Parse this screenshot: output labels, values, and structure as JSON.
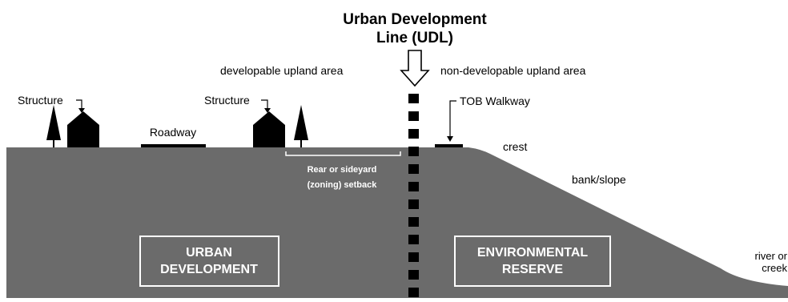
{
  "title": {
    "line1": "Urban Development",
    "line2": "Line (UDL)"
  },
  "labels": {
    "developable": "developable upland area",
    "non_developable": "non-developable upland area",
    "structure_left": "Structure",
    "structure_right": "Structure",
    "roadway": "Roadway",
    "tob_walkway": "TOB Walkway",
    "crest": "crest",
    "bank_slope": "bank/slope",
    "setback_line1": "Rear or sideyard",
    "setback_line2": "(zoning) setback",
    "river_line1": "river or",
    "river_line2": "creek"
  },
  "zones": {
    "urban_line1": "URBAN",
    "urban_line2": "DEVELOPMENT",
    "reserve_line1": "ENVIRONMENTAL",
    "reserve_line2": "RESERVE"
  },
  "colors": {
    "ground": "#6b6b6b",
    "ink": "#000000",
    "paper": "#ffffff"
  },
  "icons": [
    "tree-icon",
    "house-icon",
    "down-arrow-icon"
  ]
}
